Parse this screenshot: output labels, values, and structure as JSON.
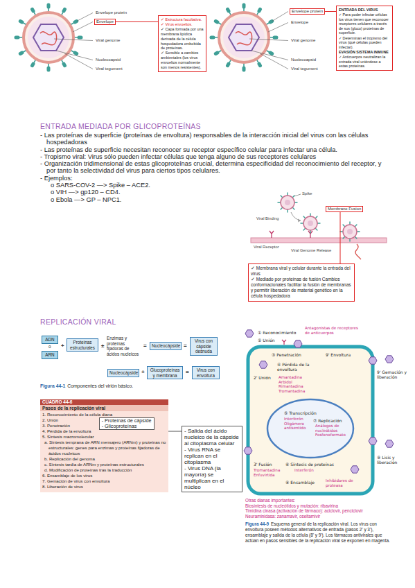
{
  "diagram": {
    "nodes": [
      {
        "text": [
          "Envelope"
        ]
      },
      {
        "text": [
          "✓ Estructura facultativa.",
          "✓ Virus envueltos.",
          "✓ Capa formada por una membrana lipídica derivada de la célula hospedadora embebida de proteínas.",
          "✓ Sensible a cambios ambientales (los virus envueltos normalmente son menos resistentes)."
        ]
      },
      {
        "text": [
          "Envelope protein"
        ]
      },
      {
        "text": [
          "ENTRADA DEL VIRUS",
          "✓ Para poder infectar células los virus tienen que reconocer receptores celulares a través de sus (gluco) proteínas de superficie.",
          "✓ Determinan el tropismo del virus (qué células pueden infectar).",
          "EVASIÓN SISTEMA INMUNE",
          "✓ Anticuerpos neutralizan la entrada viral uniéndose a estas proteínas."
        ]
      },
      {
        "text": [
          "Membrane Fusion"
        ]
      },
      {
        "text": [
          "✓ Membrana viral y celular durante la entrada del virus",
          "✓ Mediado por proteínas de fusión Cambios conformacionales facilitar la fusión de membranas y permitir liberación de material genético en la célula hospedadora"
        ]
      },
      {
        "text": [
          "ADN"
        ]
      },
      {
        "text": [
          "ARN"
        ]
      },
      {
        "text": [
          "Proteínas estructurales"
        ]
      },
      {
        "text": [
          "Nucleocápside"
        ]
      },
      {
        "text": [
          "Virus con cápside desnuda"
        ]
      },
      {
        "text": [
          "Nucleocápside"
        ]
      },
      {
        "text": [
          "Glucoproteínas y membrana"
        ]
      },
      {
        "text": [
          "Virus con envoltura"
        ]
      },
      {
        "text": [
          "CUADRO 44-6",
          "Pasos de la replicación viral",
          "1. Reconocimiento de la célula diana",
          "2. Unión",
          "3. Penetración",
          "4. Pérdida de la envoltura",
          "5. Síntesis macromolecular",
          "a. Síntesis temprana de ARN mensajero (ARNm) y proteínas no estructurales: genes para enzimas y proteínas fijadoras de ácidos nucleicos",
          "b. Replicación del genoma",
          "c. Síntesis tardía de ARNm y proteínas estructurales",
          "d. Modificación de proteínas tras la traducción",
          "6. Ensamblaje de los virus",
          "7. Gemación de virus con envoltura",
          "8. Liberación de virus"
        ]
      },
      {
        "text": [
          "- Proteínas de cápside",
          "- Glicoproteínas"
        ],
        "in": 14
      },
      {
        "text": [
          "- Salida del ácido nucleico de la cápside al citoplasma celular",
          "- Virus RNA se replican en el citoplasma",
          "- Virus DNA (la mayoría) se multiplican en el núcleo"
        ]
      }
    ],
    "edges": [
      {
        "from": 0,
        "to": 1,
        "arrow": "none"
      },
      {
        "from": 2,
        "to": 3,
        "arrow": "none"
      },
      {
        "from": 4,
        "to": 5,
        "arrow": "none"
      },
      {
        "from": 14,
        "to": 16,
        "arrow": "none"
      }
    ],
    "labels": [
      "Envelope protein",
      "Viral genome",
      "Nucleocapsid",
      "Viral tegument",
      "Envelope",
      "Viral genome",
      "Nucleocapsid",
      "Viral tegument",
      "ENTRADA MEDIADA POR GLICOPROTEÍNAS",
      "- Las proteínas de superficie (proteínas de envoltura) responsables de la interacción inicial del virus con las células hospedadoras",
      "- Las proteínas de superficie necesitan reconocer su receptor específico celular para infectar una célula.",
      "- Tropismo viral: Virus sólo pueden infectar células que tenga alguno de sus receptores celulares",
      "- Organización tridimensional de estas glicoproteínas crucial, determina especificidad del reconocimiento del receptor, y por tanto la selectividad del virus para ciertos tipos celulares.",
      "- Ejemplos:",
      "o SARS-COV-2 —> Spike – ACE2.",
      "o VIH —> gp120 – CD4.",
      "o Ebola —> GP – NPC1.",
      "Spike",
      "Viral Binding",
      "Viral Receptor",
      "Viral Genome Release",
      "REPLICACIÓN VIRAL",
      "o",
      "+",
      "±",
      "Enzimas y proteínas fijadoras de ácidos nucleicos",
      "=",
      "=",
      "+",
      "=",
      "Figura 44-1",
      "Componentes del virión básico.",
      "① Reconocimiento",
      "Antagonistas de receptores de anticuerpos",
      "② Unión",
      "③ Penetración",
      "9' Envoltura",
      "9' Gemación y liberación",
      "2' Unión",
      "④ Pérdida de la envoltura",
      "Amantadina Arbidol Rimantadina Tromantadina",
      "⑤ Transcripción",
      "Interferón Oligómero antisentido",
      "⑦ Replicación",
      "Análogos de nucleótidos Fosfonoformato",
      "3' Fusión",
      "Tromantadina Enfuvirtida",
      "⑥ Síntesis de proteínas",
      "Interferón",
      "⑨ Lisis y liberación",
      "⑧ Ensamblaje",
      "Inhibidores de proteasa",
      "Otras dianas importantes:",
      "Biosíntesis de nucleótidos y mutación: ribavirina",
      "Timidina cinasa (activación de fármaco): aciclovir, penciclovir",
      "Neuraminidasa: zanamavir, oseltamivir",
      "Figura 44-9",
      "Esquema general de la replicación viral. Los virus con envoltura poseen métodos alternativos de entrada (pasos 2' y 3'), ensamblaje y salida de la célula (8' y 9'). Los fármacos antivirales que actúan en pasos sensibles de la replicación viral se exponen en magenta."
    ]
  }
}
